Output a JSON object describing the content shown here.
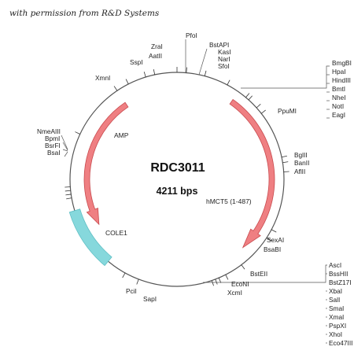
{
  "credit": "with permission from R&D Systems",
  "plasmid": {
    "name": "RDC3011",
    "size": "4211 bps"
  },
  "features": {
    "amp": "AMP",
    "hmct5": "hMCT5 (1-487)",
    "cole1": "COLE1"
  },
  "colors": {
    "circle": "#555555",
    "arrow_fill": "#ef7f82",
    "arrow_stroke": "#c84a4e",
    "origin_fill": "#86d8dc",
    "origin_stroke": "#5fbfc4"
  },
  "sites": {
    "pfoi": "PfoI",
    "zrai": "ZraI",
    "aatii": "AatII",
    "sspi": "SspI",
    "xmni": "XmnI",
    "bstapi": "BstAPI",
    "kasi": "KasI",
    "nari": "NarI",
    "sfoi": "SfoI",
    "bmgbi": "BmgBI",
    "hpai": "HpaI",
    "hindiii": "HindIII",
    "bmti": "BmtI",
    "nhei": "NheI",
    "noti": "NotI",
    "eagi": "EagI",
    "ppumi": "PpuMI",
    "bglii": "BglII",
    "banii": "BanII",
    "aflii": "AflII",
    "nmeaiii": "NmeAIII",
    "bpmi": "BpmI",
    "bsrfi": "BsrFI",
    "bsai": "BsaI",
    "sexai": "SexAI",
    "bsabi": "BsaBI",
    "bsteii": "BstEII",
    "econi": "EcoNI",
    "xcmi": "XcmI",
    "asci": "AscI",
    "bsshii": "BssHII",
    "bstz17i": "BstZ17I",
    "xbai": "XbaI",
    "sali": "SalI",
    "smai": "SmaI",
    "xmai": "XmaI",
    "pspxi": "PspXI",
    "xhoi": "XhoI",
    "eco47iii": "Eco47III",
    "pcii": "PciI",
    "sapi": "SapI"
  }
}
